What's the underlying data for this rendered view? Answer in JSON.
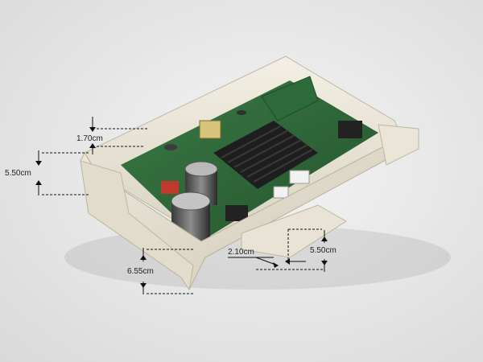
{
  "dimensions": {
    "d1": "1.70cm",
    "d2": "5.50cm",
    "d3": "6.55cm",
    "d4": "2.10cm",
    "d5": "5.50cm"
  },
  "colors": {
    "housing": "#ece7d9",
    "pcb": "#2f6a3a",
    "heatsink": "#1c1c1c",
    "dimension_line": "#111111"
  }
}
